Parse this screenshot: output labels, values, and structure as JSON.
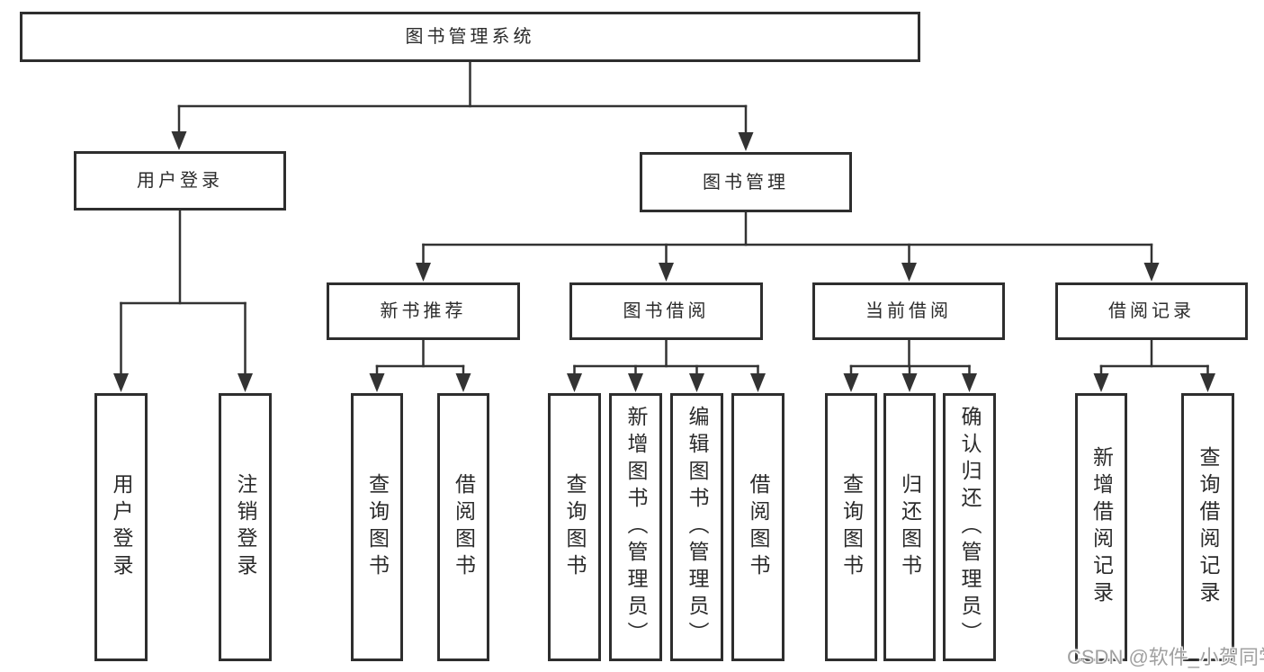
{
  "diagram": {
    "root": {
      "label": "图书管理系统"
    },
    "level2": {
      "user_login": {
        "label": "用户登录"
      },
      "book_mgmt": {
        "label": "图书管理"
      }
    },
    "level3": {
      "new_books": {
        "label": "新书推荐"
      },
      "book_borrow": {
        "label": "图书借阅"
      },
      "current_borrow": {
        "label": "当前借阅"
      },
      "borrow_records": {
        "label": "借阅记录"
      }
    },
    "leaves": {
      "user_login": [
        "用户登录",
        "注销登录"
      ],
      "new_books": [
        "查询图书",
        "借阅图书"
      ],
      "book_borrow": [
        "查询图书",
        "新增图书（管理员）",
        "编辑图书（管理员）",
        "借阅图书"
      ],
      "current_borrow": [
        "查询图书",
        "归还图书",
        "确认归还（管理员）"
      ],
      "borrow_records": [
        "新增借阅记录",
        "查询借阅记录"
      ]
    },
    "colors": {
      "line": "#333333",
      "border": "#2e2e2e",
      "text": "#2b2b2b",
      "background": "#ffffff",
      "watermark_text": "#a0a0a0"
    }
  },
  "watermark": {
    "text": "CSDN @软件_小贺同学"
  }
}
